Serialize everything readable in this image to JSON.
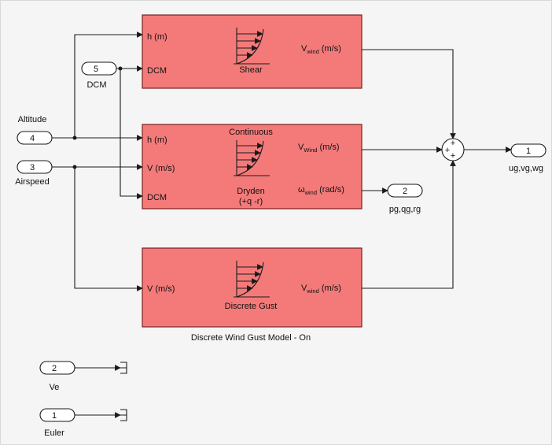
{
  "inports": {
    "dcm": {
      "number": "5",
      "label": "DCM"
    },
    "altitude": {
      "number": "4",
      "label": "Altitude"
    },
    "airspeed": {
      "number": "3",
      "label": "Airspeed"
    },
    "ve": {
      "number": "2",
      "label": "Ve"
    },
    "euler": {
      "number": "1",
      "label": "Euler"
    }
  },
  "outports": {
    "ugvgwg": {
      "number": "1",
      "label": "ug,vg,wg"
    },
    "pgqgrg": {
      "number": "2",
      "label": "pg,qg,rg"
    }
  },
  "shear_block": {
    "in_h": "h (m)",
    "in_dcm": "DCM",
    "out_main": "V",
    "out_sub": "wind",
    "out_unit": " (m/s)",
    "icon_caption": "Shear"
  },
  "dryden_block": {
    "title": "Continuous",
    "in_h": "h (m)",
    "in_v": "V (m/s)",
    "in_dcm": "DCM",
    "out1_main": "V",
    "out1_sub": "Wind",
    "out1_unit": " (m/s)",
    "out2_main": "ω",
    "out2_sub": "wind",
    "out2_unit": " (rad/s)",
    "caption1": "Dryden",
    "caption2": "(+q -r)"
  },
  "gust_block": {
    "in_v": "V (m/s)",
    "out_main": "V",
    "out_sub": "wind",
    "out_unit": " (m/s)",
    "icon_caption": "Discrete Gust",
    "block_label": "Discrete Wind Gust Model - On"
  },
  "sum_block": {
    "signs": "+ + +"
  },
  "colors": {
    "block_fill": "#f47a7a",
    "block_border": "#7a1f1f",
    "background": "#f5f5f5"
  }
}
